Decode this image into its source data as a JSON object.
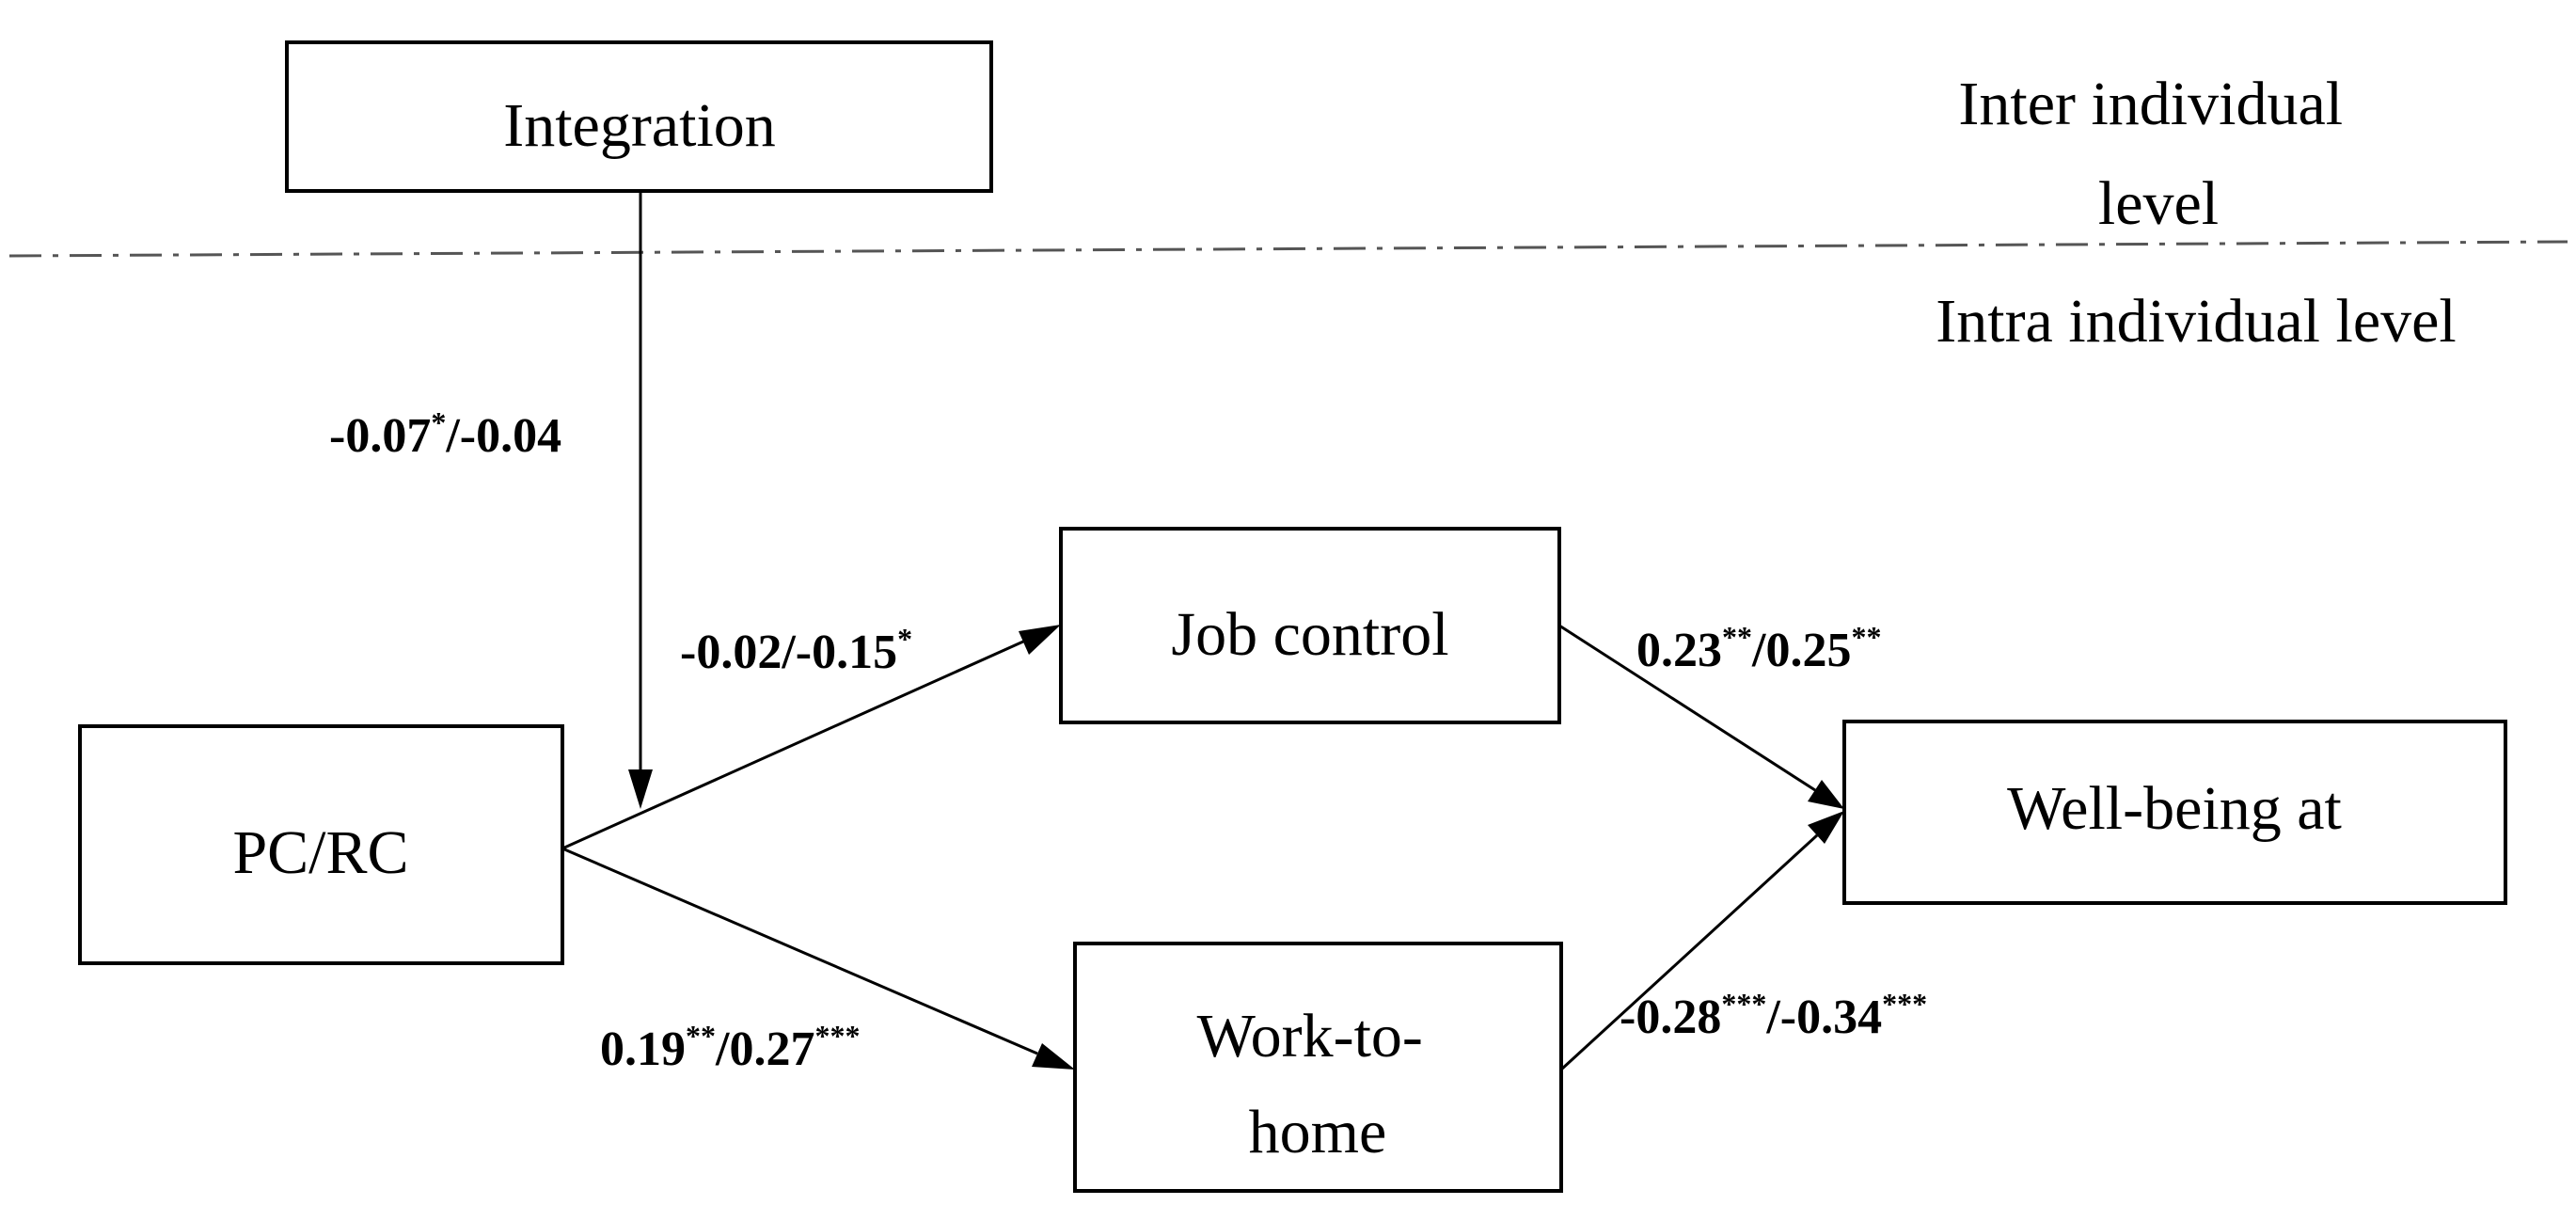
{
  "levels": {
    "inter": [
      "Inter individual",
      "level"
    ],
    "intra": "Intra individual level"
  },
  "nodes": {
    "integration": [
      "Integration"
    ],
    "pcrc": [
      "PC/RC"
    ],
    "job_control": [
      "Job control"
    ],
    "work_to_home": [
      "Work-to-",
      "home"
    ],
    "well_being": [
      "Well-being at"
    ]
  },
  "paths": {
    "moderation": [
      {
        "t": "-0.07"
      },
      {
        "t": "*",
        "sup": true
      },
      {
        "t": "/-0.04"
      }
    ],
    "pcrc_to_job_control": [
      {
        "t": "-0.02/-0.15"
      },
      {
        "t": "*",
        "sup": true
      }
    ],
    "pcrc_to_work_to_home": [
      {
        "t": "0.19"
      },
      {
        "t": "**",
        "sup": true
      },
      {
        "t": "/0.27"
      },
      {
        "t": "***",
        "sup": true
      }
    ],
    "job_control_to_well_being": [
      {
        "t": "0.23"
      },
      {
        "t": "**",
        "sup": true
      },
      {
        "t": "/0.25"
      },
      {
        "t": "**",
        "sup": true
      }
    ],
    "work_to_home_to_well_being": [
      {
        "t": "-0.28"
      },
      {
        "t": "***",
        "sup": true
      },
      {
        "t": "/-0.34"
      },
      {
        "t": "***",
        "sup": true
      }
    ]
  }
}
